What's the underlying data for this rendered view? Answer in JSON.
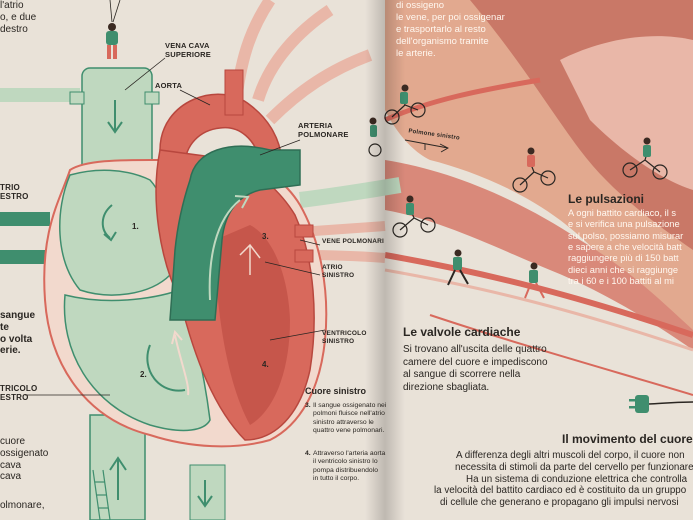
{
  "left_edge": {
    "top_lines": [
      "l'atrio",
      "o, e due",
      "destro"
    ],
    "atrio": [
      "TRIO",
      "ESTRO"
    ],
    "sangue": [
      "sangue",
      "te",
      "o volta",
      "erie."
    ],
    "ventricolo": [
      "TRICOLO",
      "ESTRO"
    ],
    "cuore": [
      "cuore",
      "ossigenato",
      "cava",
      "cava"
    ],
    "polmonare": [
      "olmonare,"
    ]
  },
  "labels": {
    "vena_cava_superiore": [
      "VENA CAVA",
      "SUPERIORE"
    ],
    "aorta": "AORTA",
    "arteria_polmonare": [
      "ARTERIA",
      "POLMONARE"
    ],
    "vene_polmonari": "VENE POLMONARI",
    "atrio_sinistro": [
      "ATRIO",
      "SINISTRO"
    ],
    "ventricolo_sinistro": [
      "VENTRICOLO",
      "SINISTRO"
    ],
    "polmone_sinistro": "Polmone sinistro"
  },
  "numbers": [
    "1.",
    "2.",
    "3.",
    "4."
  ],
  "cuore_sinistro": {
    "title": "Cuore sinistro",
    "step3_num": "3.",
    "step3": [
      "Il sangue ossigenato nei",
      "polmoni fluisce nell'atrio",
      "sinistro attraverso le",
      "quattro vene polmonari."
    ],
    "step4_num": "4.",
    "step4": [
      "Attraverso l'arteria aorta",
      "il ventricolo sinistro lo",
      "pompa distribuendolo",
      "in tutto il corpo."
    ]
  },
  "top_right": {
    "lines": [
      "di ossigeno",
      "le vene, per poi ossigenar",
      "e trasportarlo al resto",
      "dell'organismo tramite",
      "le arterie."
    ]
  },
  "pulsazioni": {
    "title": "Le pulsazioni",
    "lines": [
      "A ogni battito cardiaco, il s",
      "e si verifica una pulsazione",
      "sul polso, possiamo misurar",
      "e sapere a che velocità batt",
      "raggiungere più di 150 batt",
      "dieci anni che si raggiunge",
      "tra i 60 e i 100 battiti al mi"
    ]
  },
  "valvole": {
    "title": "Le valvole cardiache",
    "lines": [
      "Si trovano all'uscita delle quattro",
      "camere del cuore e impediscono",
      "al sangue di scorrere nella",
      "direzione sbagliata."
    ]
  },
  "movimento": {
    "title": "Il movimento del cuore",
    "lines": [
      "A differenza degli altri muscoli del corpo, il cuore non",
      "necessita di stimoli da parte del cervello per funzionare.",
      "Ha un sistema di conduzione elettrica che controlla",
      "la velocità del battito cardiaco ed è costituito da un gruppo",
      "di cellule che generano e propagano gli impulsi nervosi"
    ]
  },
  "colors": {
    "paper": "#e9e2d8",
    "red": "#d8695c",
    "dark_red": "#b8473e",
    "pink": "#e9b7a8",
    "green": "#3f8e6e",
    "light_green": "#bfd8bf",
    "peach": "#e9b590"
  },
  "icons": [
    "heart-illustration",
    "cyclist-icon",
    "runner-icon",
    "electric-plug-icon",
    "balloon-figure-icon",
    "arrow-icon"
  ]
}
